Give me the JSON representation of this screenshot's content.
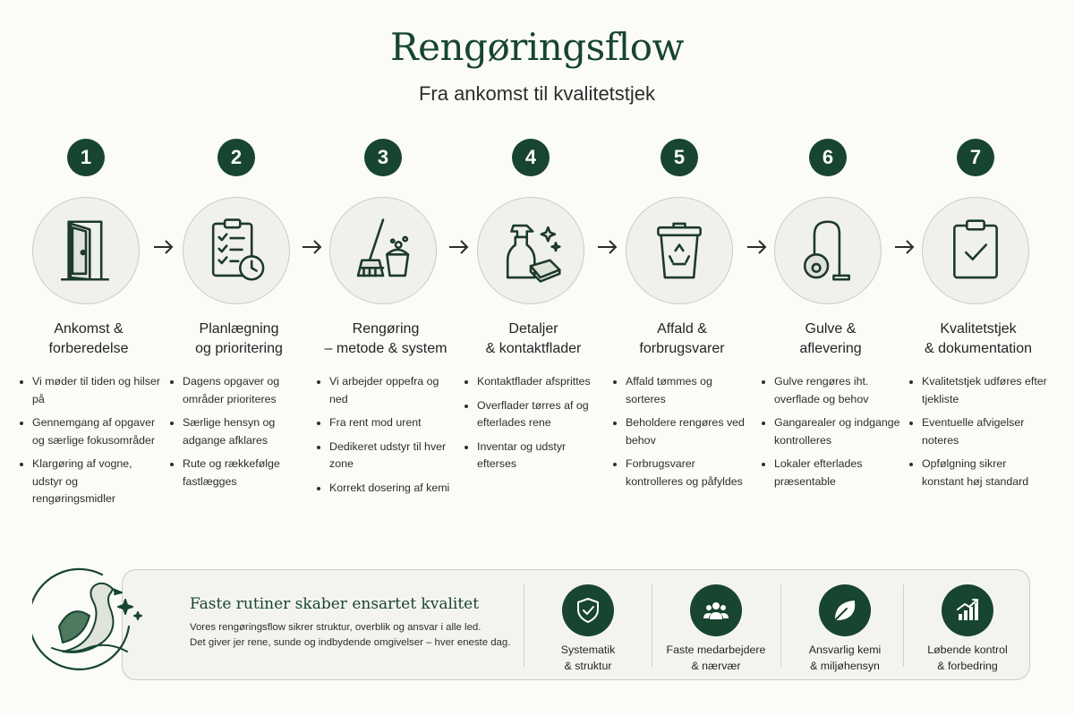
{
  "title": "Rengøringsflow",
  "subtitle": "Fra ankomst til kvalitetstjek",
  "colors": {
    "accent": "#17452f",
    "background": "#fbfbf8",
    "card": "#f1f1ec"
  },
  "steps": [
    {
      "number": "1",
      "icon": "door-icon",
      "title": "Ankomst &\nforberedelse",
      "bullets": [
        "Vi møder til tiden og hilser på",
        "Gennemgang af opgaver og særlige fokusområder",
        "Klargøring af vogne, udstyr og rengøringsmidler"
      ]
    },
    {
      "number": "2",
      "icon": "clipboard-clock-icon",
      "title": "Planlægning\nog prioritering",
      "bullets": [
        "Dagens opgaver og områder prioriteres",
        "Særlige hensyn og adgange afklares",
        "Rute og rækkefølge fastlægges"
      ]
    },
    {
      "number": "3",
      "icon": "broom-bucket-icon",
      "title": "Rengøring\n– metode & system",
      "bullets": [
        "Vi arbejder oppefra og ned",
        "Fra rent mod urent",
        "Dedikeret udstyr til hver zone",
        "Korrekt dosering af kemi"
      ]
    },
    {
      "number": "4",
      "icon": "spray-cloth-icon",
      "title": "Detaljer\n& kontaktflader",
      "bullets": [
        "Kontaktflader afsprittes",
        "Overflader tørres af og efterlades rene",
        "Inventar og udstyr efterses"
      ]
    },
    {
      "number": "5",
      "icon": "recycle-bin-icon",
      "title": "Affald &\nforbrugsvarer",
      "bullets": [
        "Affald tømmes og sorteres",
        "Beholdere rengøres ved behov",
        "Forbrugsvarer kontrolleres og påfyldes"
      ]
    },
    {
      "number": "6",
      "icon": "vacuum-icon",
      "title": "Gulve &\naflevering",
      "bullets": [
        "Gulve rengøres iht. overflade og behov",
        "Gangarealer og indgange kontrolleres",
        "Lokaler efterlades præsentable"
      ]
    },
    {
      "number": "7",
      "icon": "clipboard-check-icon",
      "title": "Kvalitetstjek\n& dokumentation",
      "bullets": [
        "Kvalitetstjek udføres efter tjekliste",
        "Eventuelle afvigelser noteres",
        "Opfølgning sikrer konstant høj standard"
      ]
    }
  ],
  "banner": {
    "title": "Faste rutiner skaber ensartet kvalitet",
    "text_line1": "Vores rengøringsflow sikrer struktur, overblik og ansvar i alle led.",
    "text_line2": "Det giver jer rene, sunde og indbydende omgivelser – hver eneste dag.",
    "features": [
      {
        "icon": "shield-check-icon",
        "label": "Systematik\n& struktur"
      },
      {
        "icon": "team-icon",
        "label": "Faste medarbejdere\n& nærvær"
      },
      {
        "icon": "leaf-icon",
        "label": "Ansvarlig kemi\n& miljøhensyn"
      },
      {
        "icon": "growth-chart-icon",
        "label": "Løbende kontrol\n& forbedring"
      }
    ]
  }
}
